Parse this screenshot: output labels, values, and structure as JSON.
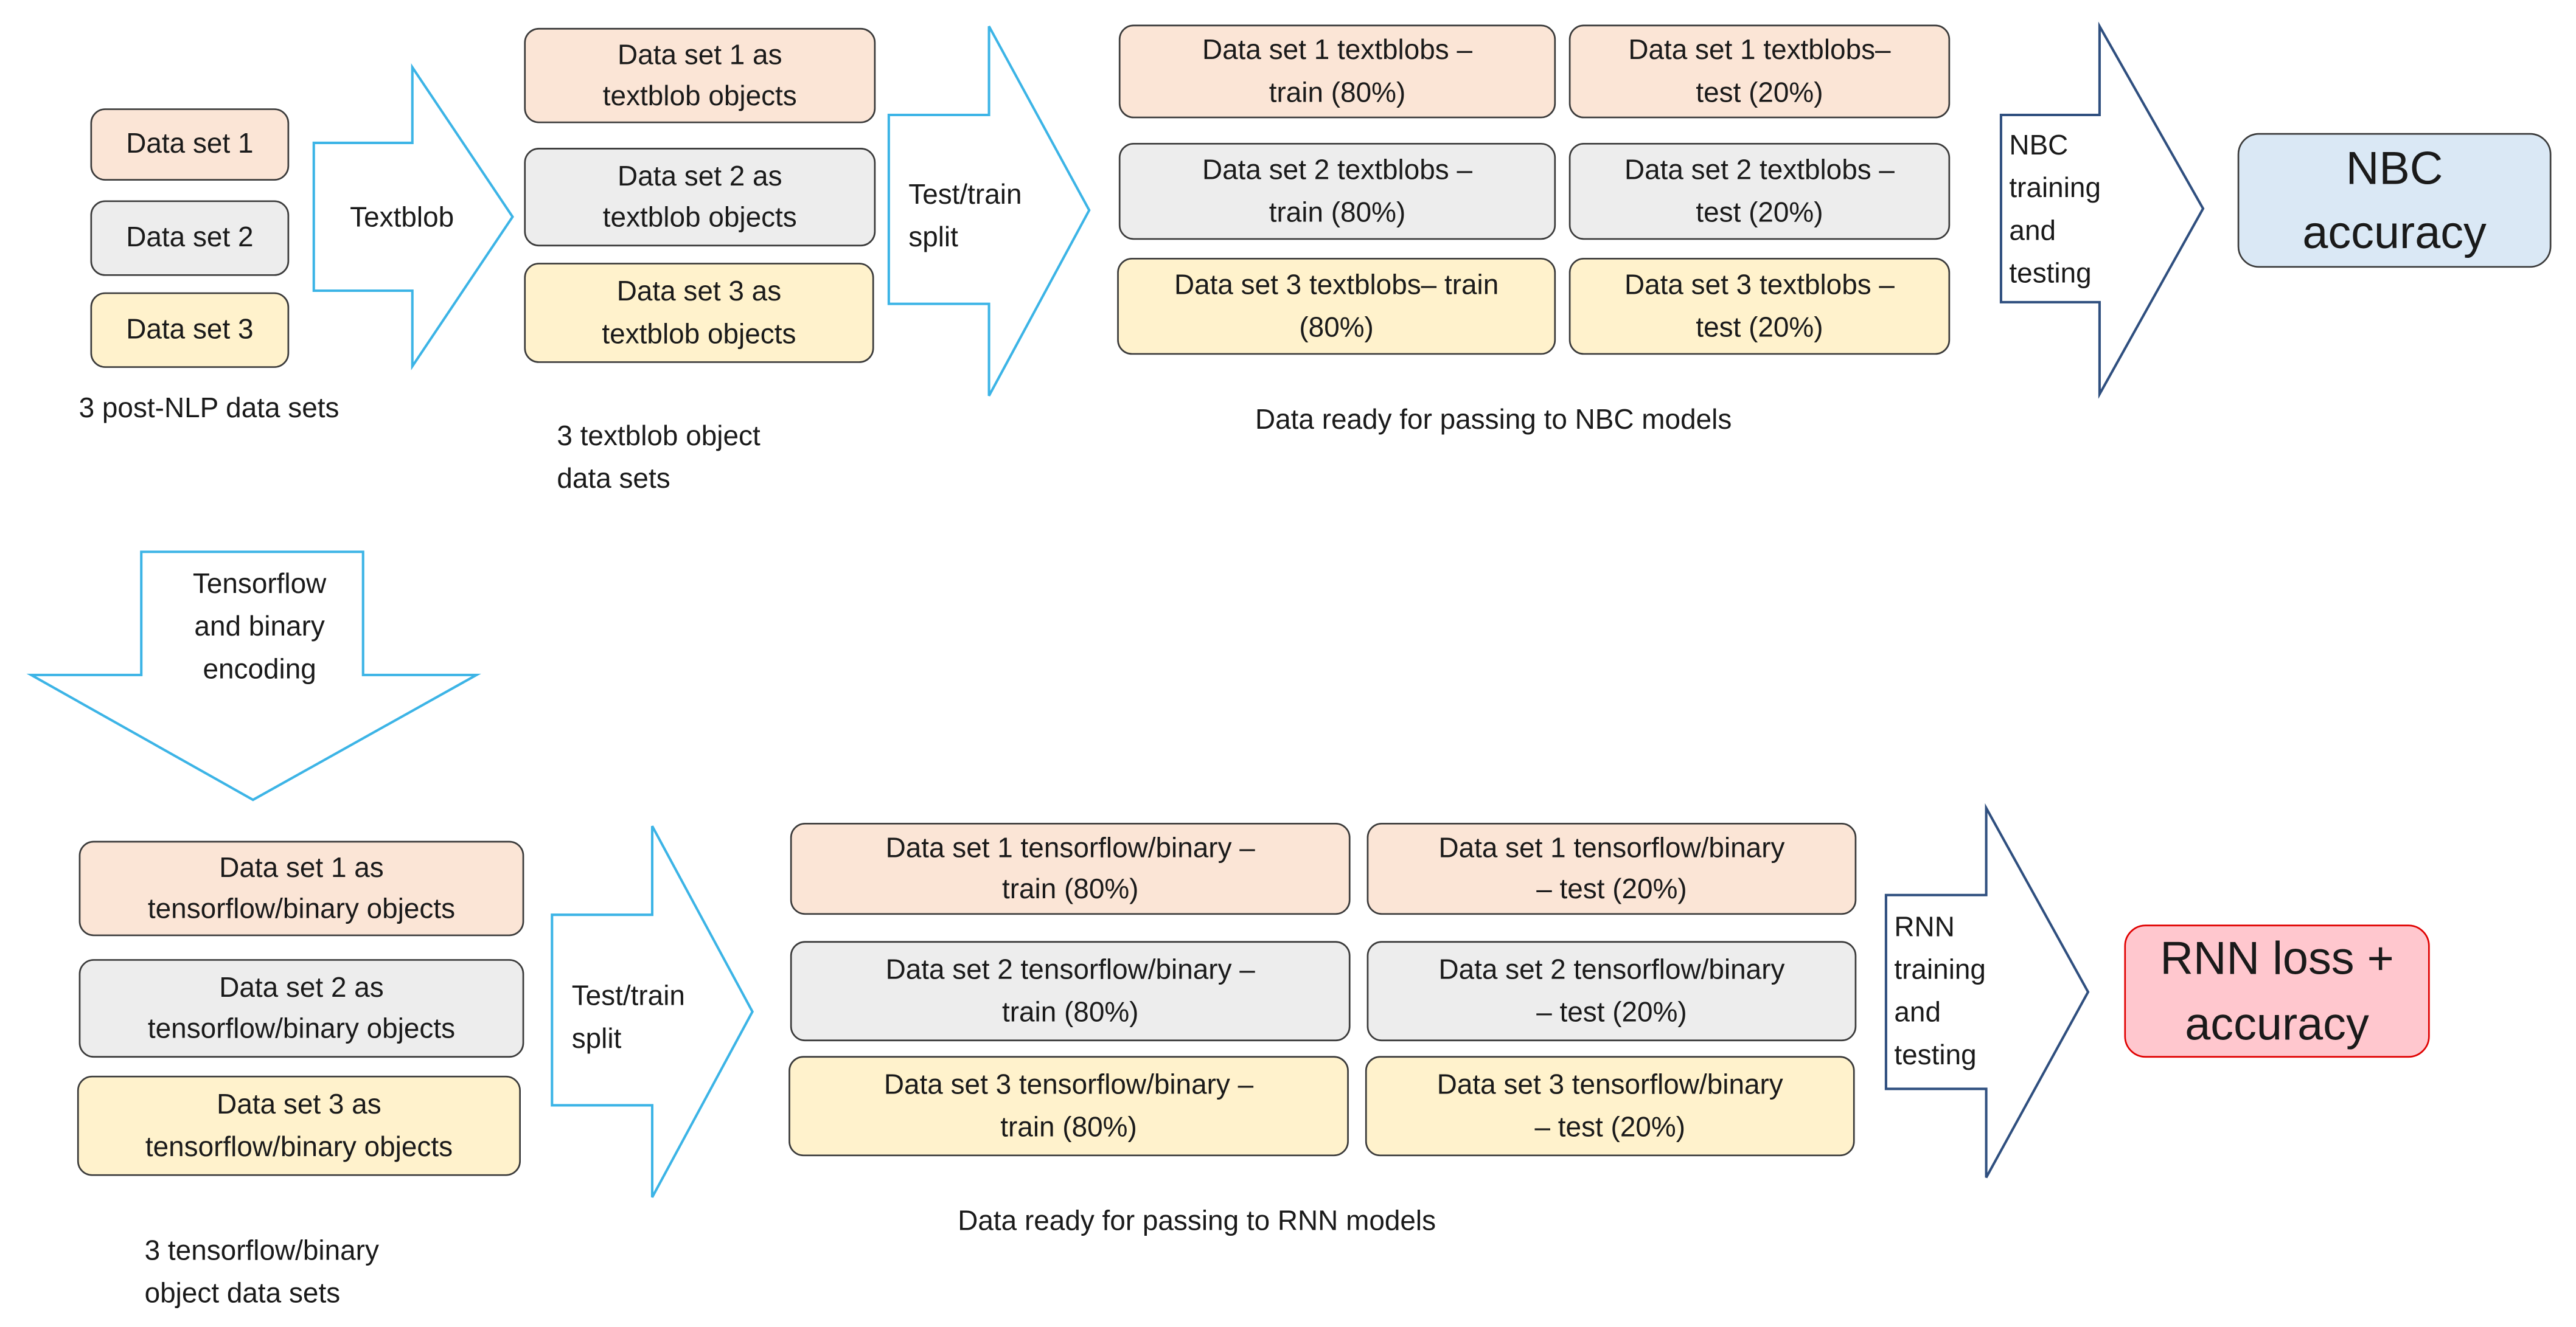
{
  "top_row": {
    "input_sets": [
      "Data set 1",
      "Data set 2",
      "Data set 3"
    ],
    "input_caption": "3 post-NLP data sets",
    "arrow_textblob": "Textblob",
    "textblob_sets": [
      "Data set 1 as\ntextblob objects",
      "Data set 2 as\ntextblob objects",
      "Data set 3 as\ntextblob objects"
    ],
    "textblob_caption": "3 textblob object\ndata sets",
    "arrow_split": "Test/train\nsplit",
    "train_sets": [
      "Data set 1 textblobs –\ntrain (80%)",
      "Data set 2 textblobs –\ntrain (80%)",
      "Data set 3 textblobs– train\n(80%)"
    ],
    "test_sets": [
      "Data set 1 textblobs–\ntest (20%)",
      "Data set 2 textblobs –\ntest (20%)",
      "Data set 3 textblobs –\ntest (20%)"
    ],
    "ready_caption": "Data ready for passing to NBC models",
    "arrow_training": "NBC\ntraining\nand\ntesting",
    "result": "NBC\naccuracy"
  },
  "middle": {
    "arrow_encoding": "Tensorflow\nand binary\nencoding"
  },
  "bottom_row": {
    "tf_sets": [
      "Data set 1 as\ntensorflow/binary objects",
      "Data set 2 as\ntensorflow/binary objects",
      "Data set 3 as\ntensorflow/binary objects"
    ],
    "tf_caption": "3 tensorflow/binary\nobject data sets",
    "arrow_split": "Test/train\nsplit",
    "train_sets": [
      "Data set 1 tensorflow/binary –\ntrain (80%)",
      "Data set 2 tensorflow/binary –\ntrain (80%)",
      "Data set 3 tensorflow/binary –\ntrain (80%)"
    ],
    "test_sets": [
      "Data set 1 tensorflow/binary\n– test (20%)",
      "Data set 2 tensorflow/binary\n– test (20%)",
      "Data set 3 tensorflow/binary\n– test (20%)"
    ],
    "ready_caption": "Data ready for passing to RNN models",
    "arrow_training": "RNN\ntraining\nand\ntesting",
    "result": "RNN loss +\naccuracy"
  },
  "colors": {
    "set1_fill": "#fbe5d6",
    "set2_fill": "#ededed",
    "set3_fill": "#fff2cc",
    "light_arrow": "#3cb4e6",
    "dark_arrow": "#2f4f7f",
    "nbc_fill": "#dae8f5",
    "rnn_fill": "#ffc7ce",
    "rnn_border": "#e00000"
  }
}
